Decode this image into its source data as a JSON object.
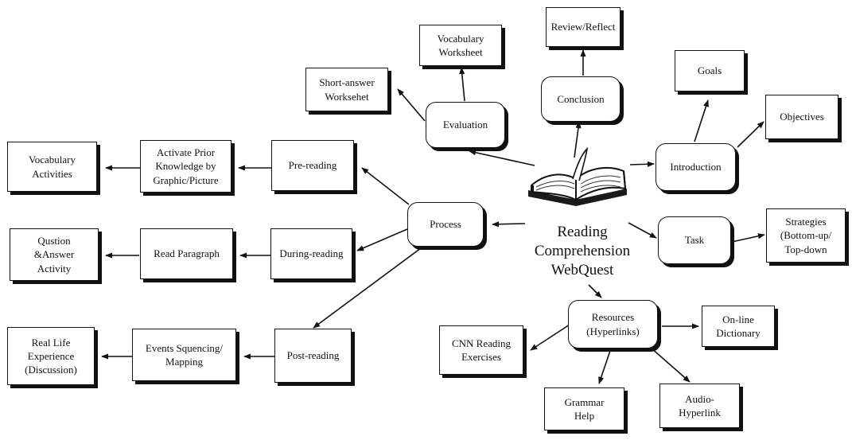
{
  "center": {
    "title": "Reading\nComprehension\nWebQuest",
    "icon": "open-book-icon"
  },
  "nodes": {
    "review_reflect": "Review/Reflect",
    "vocab_worksheet": "Vocabulary\nWorksheet",
    "conclusion": "Conclusion",
    "goals": "Goals",
    "short_answer": "Short-answer\nWorksehet",
    "evaluation": "Evaluation",
    "objectives": "Objectives",
    "vocab_activities": "Vocabulary\nActivities",
    "activate_prior": "Activate Prior\nKnowledge by\nGraphic/Picture",
    "pre_reading": "Pre-reading",
    "introduction": "Introduction",
    "process": "Process",
    "task": "Task",
    "strategies": "Strategies\n(Bottom-up/\nTop-down",
    "qa_activity": "Qustion\n&Answer\nActivity",
    "read_paragraph": "Read Paragraph",
    "during_reading": "During-reading",
    "resources": "Resources\n(Hyperlinks)",
    "online_dictionary": "On-line\nDictionary",
    "cnn_reading": "CNN Reading\nExercises",
    "real_life": "Real Life\nExperience\n(Discussion)",
    "events_sequencing": "Events Squencing/\nMapping",
    "post_reading": "Post-reading",
    "grammar_help": "Grammar\nHelp",
    "audio_hyperlink": "Audio-\nHyperlink"
  }
}
